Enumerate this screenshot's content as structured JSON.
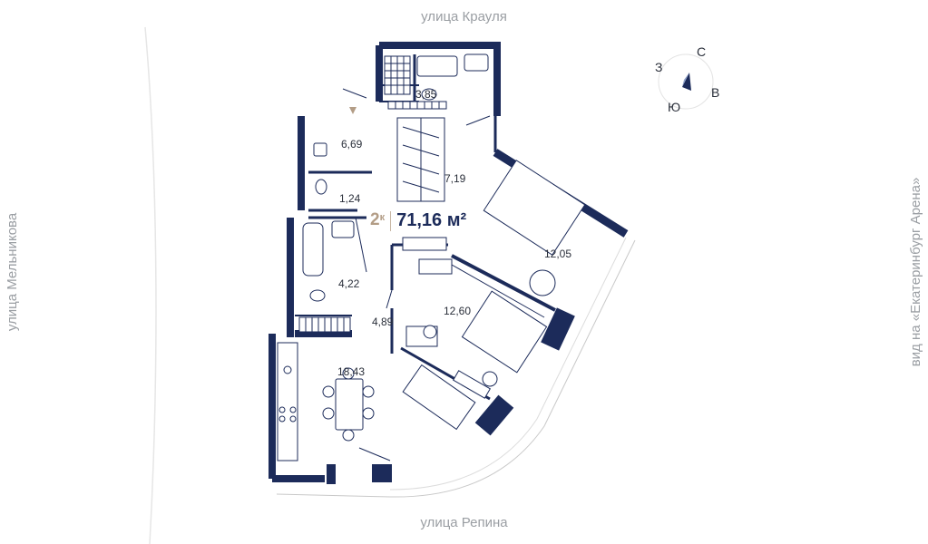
{
  "streets": {
    "top": "улица Крауля",
    "bottom": "улица Репина",
    "left": "улица Мельникова",
    "right": "вид на «Екатеринбург Арена»"
  },
  "summary": {
    "rooms": "2",
    "rooms_suffix": "к",
    "total_area": "71,16 м²"
  },
  "rooms": [
    {
      "name": "bathroom-1",
      "area": "3,85"
    },
    {
      "name": "storage",
      "area": "6,69"
    },
    {
      "name": "hallway",
      "area": "7,19"
    },
    {
      "name": "toilet",
      "area": "1,24"
    },
    {
      "name": "bedroom-1",
      "area": "12,05"
    },
    {
      "name": "bathroom-2",
      "area": "4,22"
    },
    {
      "name": "bedroom-2",
      "area": "12,60"
    },
    {
      "name": "corridor",
      "area": "4,89"
    },
    {
      "name": "kitchen-living",
      "area": "18,43"
    }
  ],
  "compass": {
    "north": "С",
    "west": "З",
    "east": "В",
    "south": "Ю"
  },
  "colors": {
    "wall": "#1c2b5a",
    "accent": "#b39d86",
    "street_text": "#9a9ea3"
  }
}
